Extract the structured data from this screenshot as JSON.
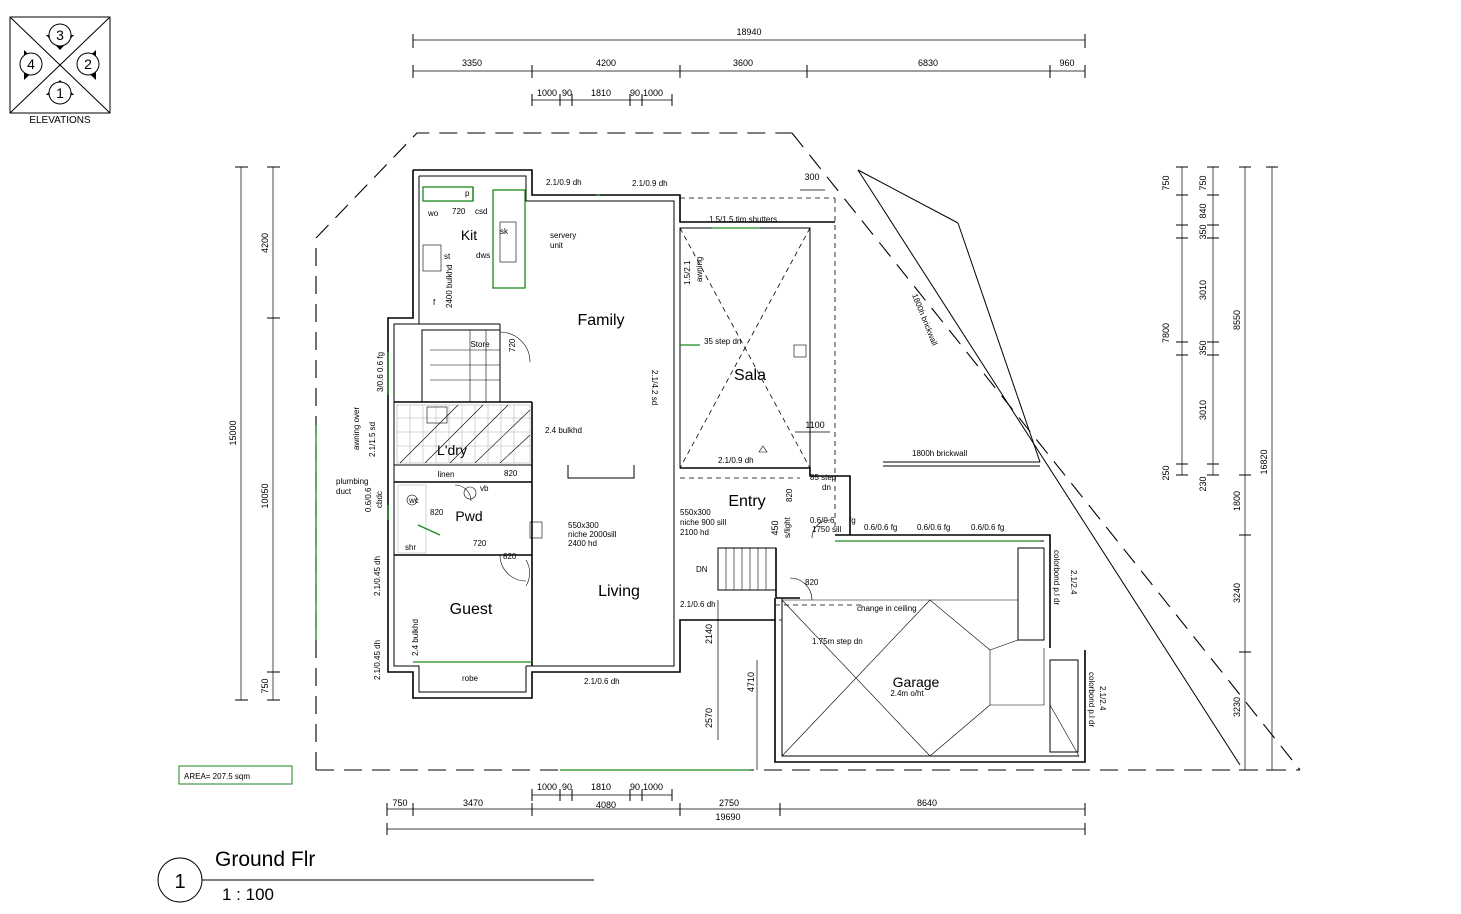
{
  "elevation_marker": {
    "top": "3",
    "left": "4",
    "right": "2",
    "bottom": "1",
    "caption": "ELEVATIONS"
  },
  "dims_top": {
    "overall": "18940",
    "segments": [
      "3350",
      "4200",
      "3600",
      "6830",
      "960"
    ],
    "sub": [
      "1000",
      "90",
      "1810",
      "90",
      "1000"
    ]
  },
  "dims_bottom": {
    "segments": [
      "750",
      "3470",
      "4080",
      "2750",
      "8640"
    ],
    "sub": [
      "1000",
      "90",
      "1810",
      "90",
      "1000"
    ],
    "overall": "19690"
  },
  "dims_left": {
    "outer": "15000",
    "inner": [
      "4200",
      "10050",
      "750"
    ]
  },
  "dims_right": {
    "col1": [
      "750",
      "840",
      "350",
      "3010",
      "350",
      "3010",
      "250"
    ],
    "col1_total": "7800",
    "col2": [
      "750",
      "350",
      "3010",
      "350",
      "3010",
      "230"
    ],
    "col2_total": "8550",
    "col3": [
      "1800",
      "3240",
      "3230"
    ],
    "col3_total": "16820"
  },
  "dims_internal": [
    "300",
    "1100",
    "2140",
    "2570",
    "4710",
    "450"
  ],
  "rooms": {
    "kit": "Kit",
    "family": "Family",
    "sala": "Sala",
    "ldry": "L'dry",
    "pwd": "Pwd",
    "entry": "Entry",
    "guest": "Guest",
    "living": "Living",
    "garage": "Garage",
    "store": "Store",
    "linen": "linen",
    "robe": "robe"
  },
  "labels": {
    "p": "p",
    "wo": "wo",
    "csd720": "720",
    "csd": "csd",
    "sk": "sk",
    "dws": "dws",
    "st": "st",
    "f": "f",
    "servery1": "servery",
    "servery2": "unit",
    "bulkhd2400": "2400 bulkhd",
    "win_kit1": "2.1/0.9  dh",
    "win_kit2": "2.1/0.9  dh",
    "shutters": "1.5/1.5 tim shutters",
    "awning": "1.5/2.1",
    "awning2": "awning",
    "step35": "35 step dn",
    "sd": "2.1/4.2 sd",
    "win_sala": "2.1/0.9  dh",
    "bulkhd24": "2.4 bulkhd",
    "store720": "720",
    "fg1": "3/0.6 0.6 fg",
    "awning_over": "awning over",
    "sd215": "2.1/1.5 sd",
    "ldry820": "820",
    "plumbing1": "plumbing",
    "plumbing2": "duct",
    "cbdc1": "0.6/0.6",
    "cbdc2": "cbdc",
    "wc": "wc",
    "vb": "vb",
    "pwd820": "820",
    "pwd720": "720",
    "shr": "shr",
    "guest820": "820",
    "niche1a": "550x300",
    "niche1b": "niche 2000sill",
    "niche1c": "2400 hd",
    "niche2a": "550x300",
    "niche2b": "niche 900 sill",
    "niche2c": "2100 hd",
    "entry820": "820",
    "slight1": "s/light",
    "slight2": "1750 sill",
    "step85a": "85 step",
    "step85b": "dn",
    "fg66": "0.6/0.6",
    "fg": "fg",
    "fg_row": [
      "0.6/0.6 fg",
      "0.6/0.6 fg",
      "0.6/0.6 fg"
    ],
    "dn": "DN",
    "door820": "820",
    "win_stair": "2.1/0.6  dh",
    "ceiling": "change in ceiling",
    "step175": "1.75m step dn",
    "garage_h": "2.4m o/ht",
    "colorbond1": "2.1/2.4",
    "colorbond1b": "colorbond p.l dr",
    "colorbond2": "2.1/2.4",
    "colorbond2b": "colorbond p.l dr",
    "dh1": "2.1/0.45 dh",
    "dh2": "2.1/0.45 dh",
    "bulkhd_guest": "2.4 bulkhd",
    "win_living": "2.1/0.6  dh",
    "brickwall1": "1800h brickwall",
    "brickwall2": "1800h brickwall"
  },
  "area": "AREA= 207.5 sqm",
  "view": {
    "number": "1",
    "title": "Ground Flr",
    "scale": "1 : 100"
  }
}
